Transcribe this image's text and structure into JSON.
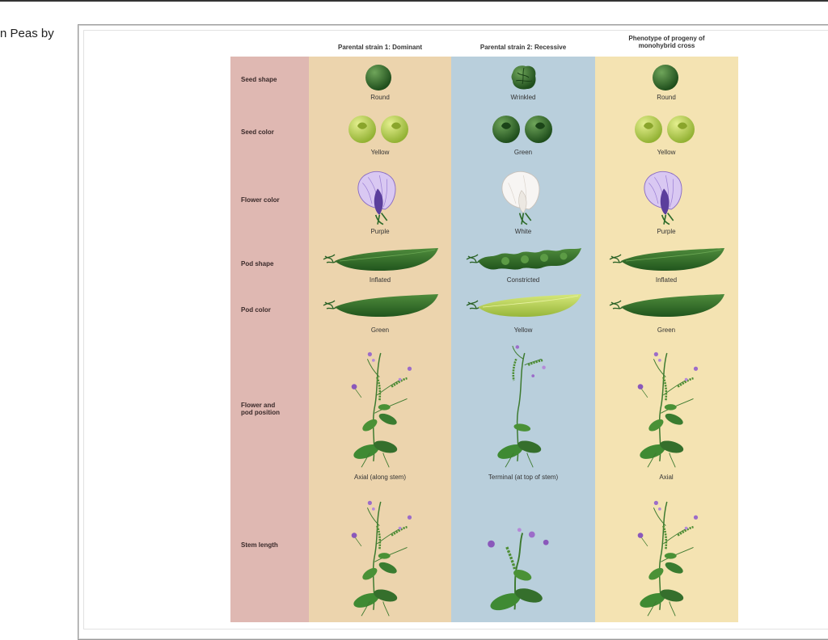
{
  "side_text": "n Peas by",
  "columns": {
    "dominant": "Parental strain 1: Dominant",
    "recessive": "Parental strain 2: Recessive",
    "progeny_line1": "Phenotype of progeny of",
    "progeny_line2": "monohybrid cross"
  },
  "traits": {
    "seed_shape": "Seed shape",
    "seed_color": "Seed color",
    "flower_color": "Flower color",
    "pod_shape": "Pod shape",
    "pod_color": "Pod color",
    "position_line1": "Flower and",
    "position_line2": "pod position",
    "stem_length": "Stem length"
  },
  "rows": {
    "seed_shape": {
      "dominant": "Round",
      "recessive": "Wrinkled",
      "progeny": "Round"
    },
    "seed_color": {
      "dominant": "Yellow",
      "recessive": "Green",
      "progeny": "Yellow"
    },
    "flower_color": {
      "dominant": "Purple",
      "recessive": "White",
      "progeny": "Purple"
    },
    "pod_shape": {
      "dominant": "Inflated",
      "recessive": "Constricted",
      "progeny": "Inflated"
    },
    "pod_color": {
      "dominant": "Green",
      "recessive": "Yellow",
      "progeny": "Green"
    },
    "position": {
      "dominant": "Axial (along stem)",
      "recessive": "Terminal (at top of stem)",
      "progeny": "Axial"
    }
  },
  "colors": {
    "label_col": "#dfb8b2",
    "dominant_col": "#ecd4ad",
    "recessive_col": "#b9cfdc",
    "progeny_col": "#f4e3b2",
    "pea_green": "#2f6b2a",
    "pea_yellow": "#b5cf4a",
    "flower_purple": "#b79be0"
  }
}
